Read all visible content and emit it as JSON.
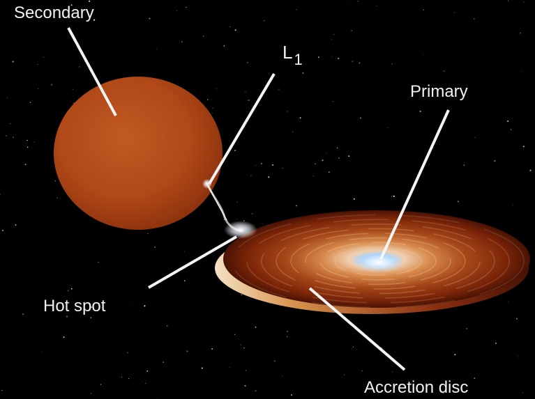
{
  "labels": {
    "secondary": "Secondary",
    "l1_letter": "L",
    "l1_subscript": "1",
    "primary": "Primary",
    "hot_spot": "Hot spot",
    "accretion_disc": "Accretion disc"
  },
  "colors": {
    "background": "#000000",
    "label_text": "#f2f2f2",
    "leader_line": "#f5f5f5",
    "secondary_star": "#b84c1a",
    "disc_outer": "#6e1c08",
    "disc_mid": "#d0783c",
    "disc_core": "#bfe0ff"
  }
}
